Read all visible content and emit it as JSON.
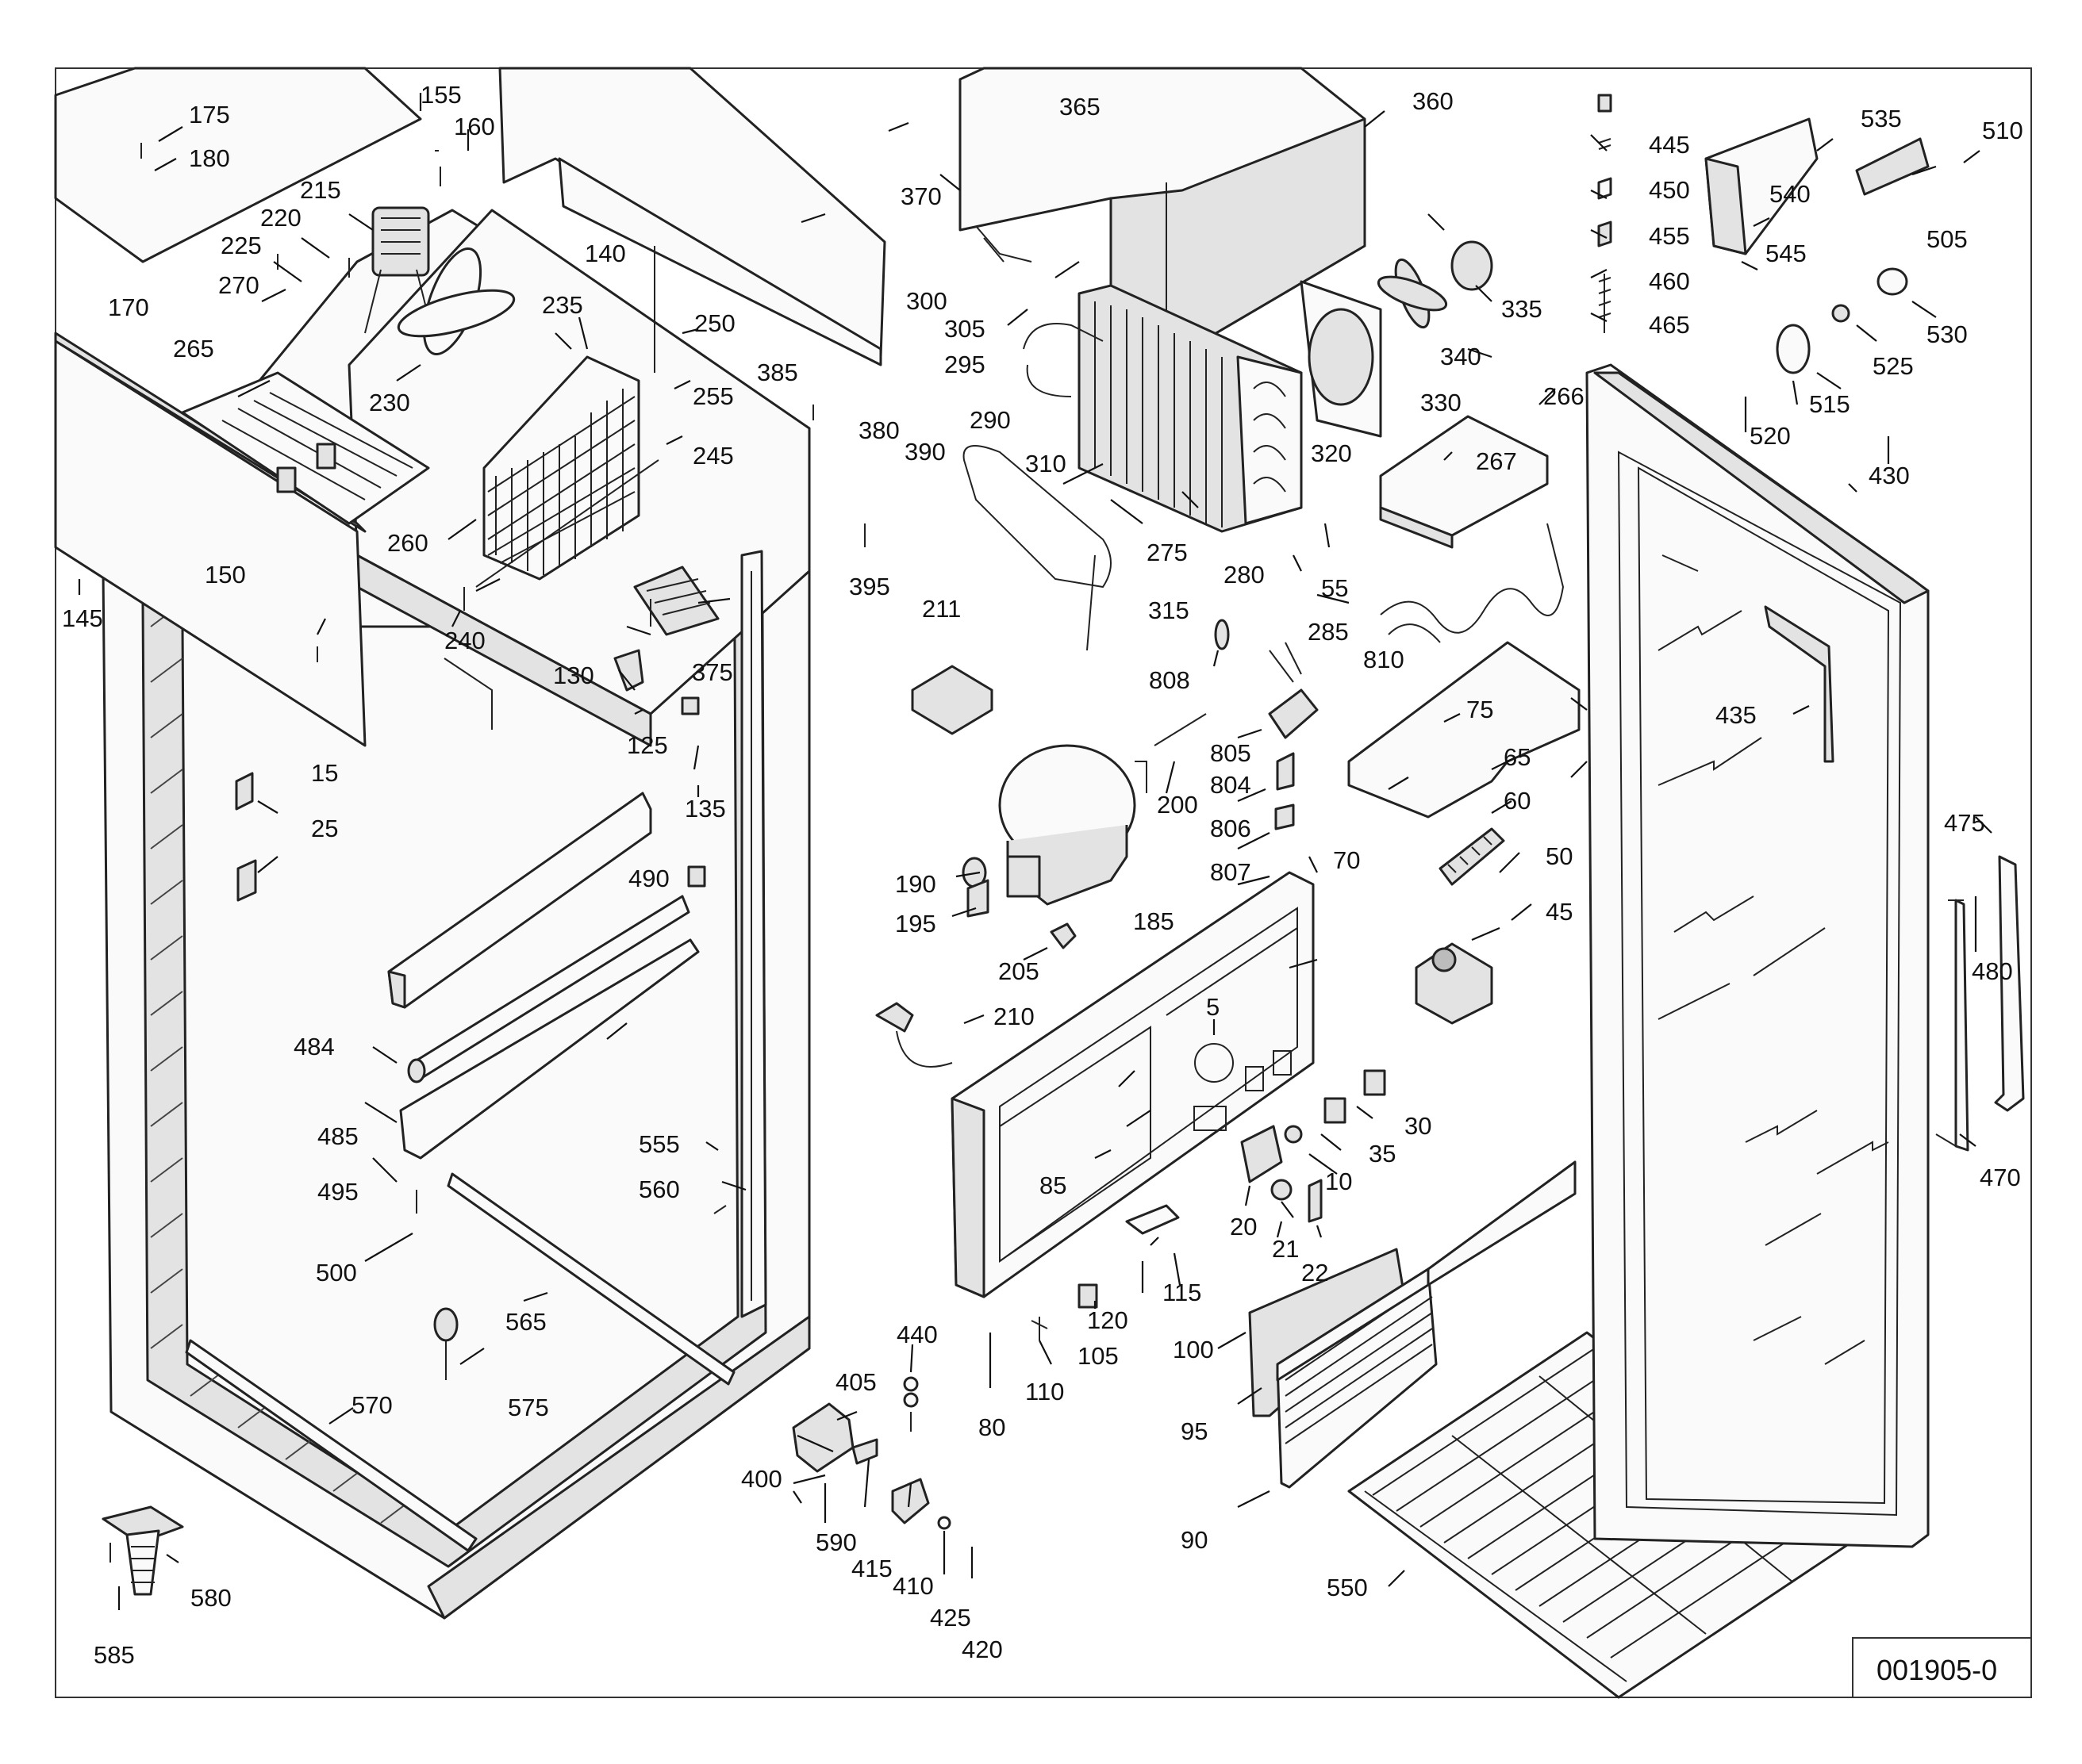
{
  "diagram": {
    "document_id": "001905-0",
    "callouts": [
      "5",
      "10",
      "15",
      "20",
      "21",
      "22",
      "25",
      "30",
      "35",
      "45",
      "50",
      "55",
      "60",
      "65",
      "70",
      "75",
      "80",
      "85",
      "90",
      "95",
      "100",
      "105",
      "110",
      "115",
      "120",
      "125",
      "130",
      "135",
      "140",
      "145",
      "150",
      "155",
      "160",
      "170",
      "175",
      "180",
      "185",
      "190",
      "195",
      "200",
      "205",
      "210",
      "211",
      "215",
      "220",
      "225",
      "230",
      "235",
      "240",
      "245",
      "250",
      "255",
      "260",
      "265",
      "266",
      "267",
      "270",
      "275",
      "280",
      "285",
      "290",
      "295",
      "300",
      "305",
      "310",
      "315",
      "320",
      "330",
      "335",
      "340",
      "360",
      "365",
      "370",
      "375",
      "380",
      "385",
      "390",
      "395",
      "400",
      "405",
      "410",
      "415",
      "420",
      "425",
      "430",
      "435",
      "440",
      "445",
      "450",
      "455",
      "460",
      "465",
      "470",
      "475",
      "480",
      "484",
      "485",
      "490",
      "495",
      "500",
      "505",
      "510",
      "515",
      "520",
      "525",
      "530",
      "535",
      "540",
      "545",
      "550",
      "555",
      "560",
      "565",
      "570",
      "575",
      "580",
      "585",
      "590",
      "804",
      "805",
      "806",
      "807",
      "808",
      "810"
    ]
  }
}
